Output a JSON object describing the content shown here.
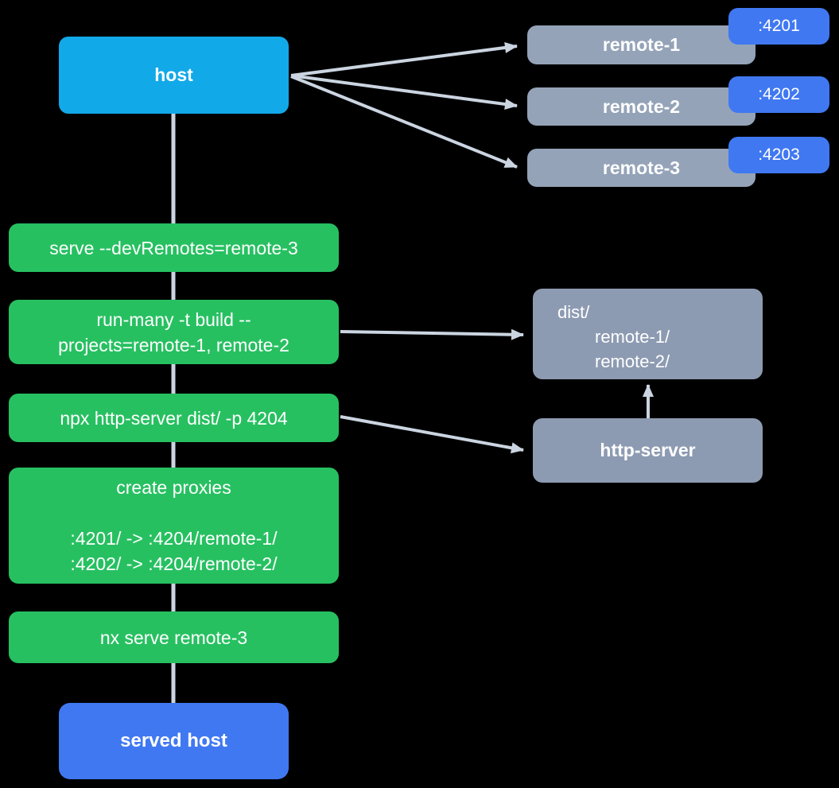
{
  "colors": {
    "background": "#000000",
    "host_cyan": "#12a9e9",
    "action_green": "#27c061",
    "remote_gray": "#94a3b8",
    "folder_gray": "#8d9bb2",
    "port_blue": "#4078f2",
    "edge_gray": "#cbd5e1",
    "text_white": "#ffffff"
  },
  "diagram": {
    "host": {
      "label": "host"
    },
    "remotes": [
      {
        "label": "remote-1",
        "port": ":4201"
      },
      {
        "label": "remote-2",
        "port": ":4202"
      },
      {
        "label": "remote-3",
        "port": ":4203"
      }
    ],
    "steps": [
      {
        "text": "serve --devRemotes=remote-3"
      },
      {
        "text": "run-many -t build --\nprojects=remote-1, remote-2"
      },
      {
        "text": "npx http-server dist/ -p 4204"
      },
      {
        "text": "create proxies\n\n:4201/ -> :4204/remote-1/\n:4202/ -> :4204/remote-2/"
      },
      {
        "text": "nx serve remote-3"
      }
    ],
    "dist_folder": {
      "lines": [
        "dist/",
        "remote-1/",
        "remote-2/"
      ]
    },
    "http_server": {
      "label": "http-server"
    },
    "served_host": {
      "label": "served host"
    }
  }
}
